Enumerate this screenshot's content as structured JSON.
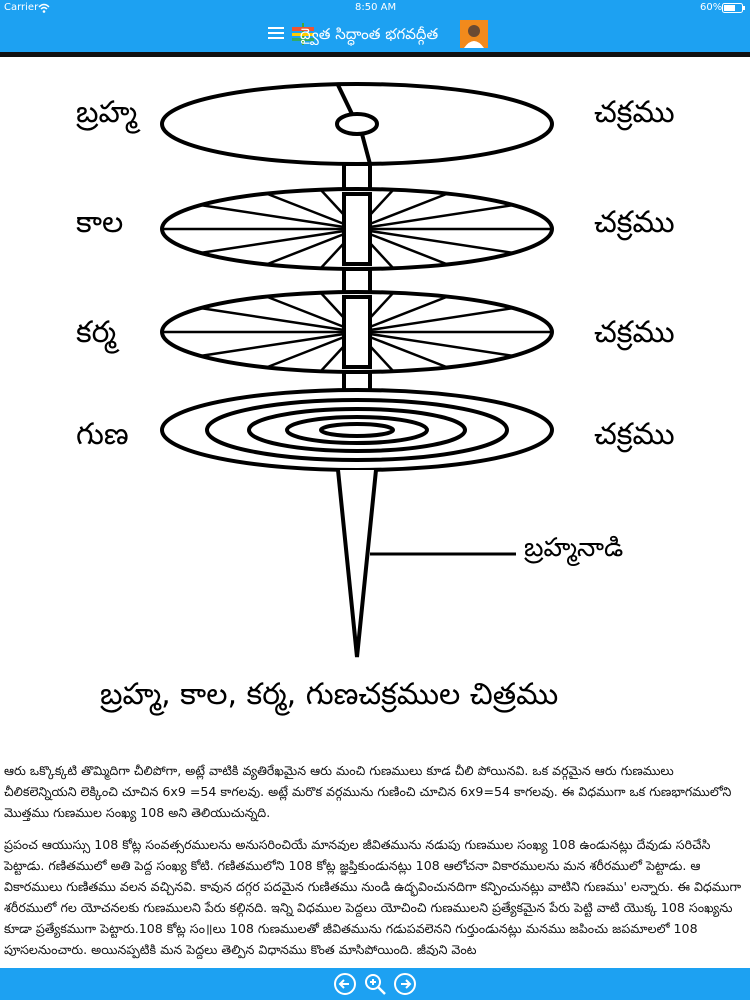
{
  "status_bar": {
    "carrier": "Carrier",
    "time": "8:50 AM",
    "battery": "60%"
  },
  "header": {
    "title": "ద్వైత సిద్ధాంత భగవద్గీత"
  },
  "figure": {
    "labels_left": [
      "బ్రహ్మ",
      "కాల",
      "కర్మ",
      "గుణ"
    ],
    "labels_right": [
      "చక్రము",
      "చక్రము",
      "చక్రము",
      "చక్రము"
    ],
    "nadi_label": "బ్రహ్మనాడి",
    "caption": "బ్రహ్మ, కాల, కర్మ, గుణచక్రముల చిత్రము"
  },
  "content": {
    "paragraphs": [
      "ఆరు ఒక్కొక్కటి తొమ్మిదిగా చీలిపోగా, అట్లే వాటికి వ్యతిరేఖమైన ఆరు మంచి గుణములు కూడ చీలి పోయినవి. ఒక వర్గమైన ఆరు గుణములు చీలికలెన్నియని లెక్కించి చూచిన 6x9 =54 కాగలవు. అట్లే మరొక వర్గమును గుణించి చూచిన 6x9=54 కాగలవు. ఈ విధముగా ఒక గుణభాగములోని మొత్తము గుణముల సంఖ్య 108 అని తెలియుచున్నది.",
      "ప్రపంచ ఆయుస్సు 108 కోట్ల సంవత్సరములను అనుసరించియే మానవుల జీవితమును నడుపు గుణముల సంఖ్య 108 ఉండునట్లు దేవుడు సరిచేసి పెట్టాడు. గణితములో అతి పెద్ద సంఖ్య కోటి. గణితములోని 108 కోట్ల జ్ఞప్తికుండునట్లు 108 ఆలోచనా వికారములను మన శరీరములో పెట్టాడు. ఆ వికారములు గుణితము వలన వచ్చినవి. కావున దగ్గర పదమైన గుణితము నుండి ఉద్భవించునదిగా కన్పించునట్లు వాటిని గుణము' లన్నారు. ఈ విధముగా శరీరములో గల యోచనలకు గుణములని పేరు కల్గినది. ఇన్ని విధముల పెద్దలు యోచించి గుణములని ప్రత్యేకమైన పేరు పెట్టి వాటి యొక్క 108 సంఖ్యను కూడా ప్రత్యేకముగా పెట్టారు.108 కోట్ల సం॥లు 108 గుణములతో జీవితమును గడుపవలెనని గుర్తుండునట్లు మనము జపించు జపమాలలో 108 పూసలనుంచారు. అయినప్పటికి మన పెద్దలు తెల్పిన విధానము కొంత మాసిపోయింది. జీవుని వెంట"
    ]
  },
  "colors": {
    "accent": "#1da1f2",
    "divider": "#111111"
  },
  "icons": [
    "wifi-icon",
    "battery-icon",
    "menu-icon",
    "logo-icon",
    "avatar",
    "back-arrow-icon",
    "zoom-icon",
    "forward-arrow-icon"
  ]
}
